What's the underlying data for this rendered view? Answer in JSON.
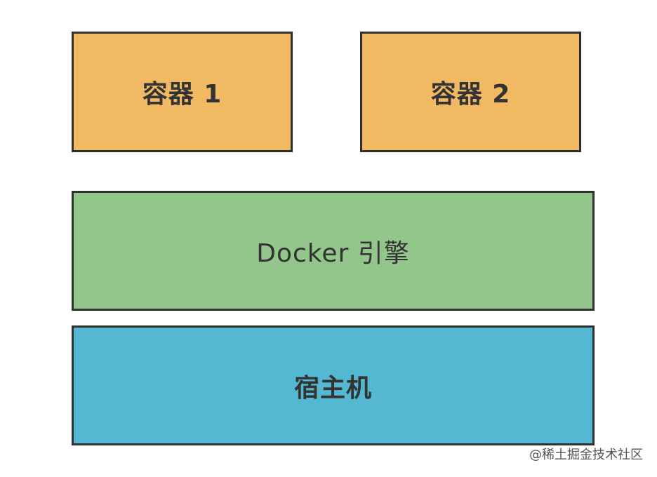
{
  "diagram": {
    "container1": {
      "label": "容器 1",
      "color": "#F2B963"
    },
    "container2": {
      "label": "容器 2",
      "color": "#F2B963"
    },
    "engine": {
      "label": "Docker 引擎",
      "color": "#93C68A"
    },
    "host": {
      "label": "宿主机",
      "color": "#55B8D2"
    }
  },
  "watermark": "@稀土掘金技术社区"
}
